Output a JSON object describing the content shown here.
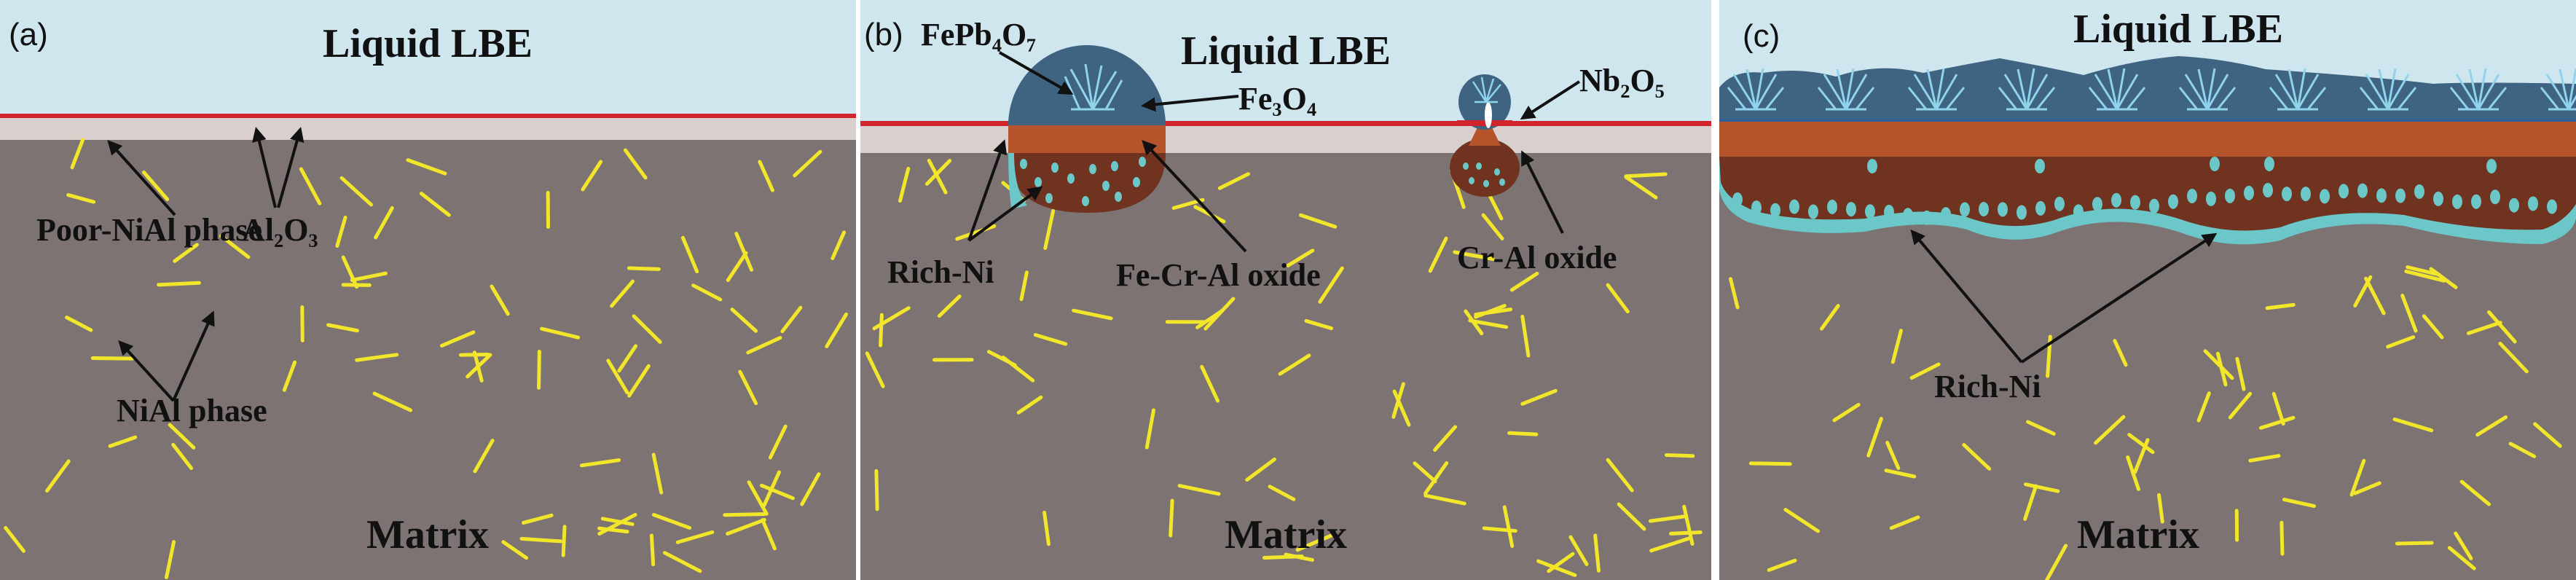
{
  "colors": {
    "lbe": "#cfe6ee",
    "matrix": "#7d7373",
    "poor_layer": "#d9cfcd",
    "red_line": "#d0252c",
    "fe3o4": "#3f6482",
    "orange": "#b5532a",
    "brown": "#6f3320",
    "rich_ni": "#6cc7c8",
    "needle": "#f2e62a",
    "crystal": "#8fd3ec"
  },
  "panels": [
    {
      "tag": "(a)",
      "liquid": "Liquid LBE",
      "matrix": "Matrix",
      "labels": {
        "poor_nial": "Poor-NiAl phase",
        "al2o3": "Al₂O₃",
        "nial": "NiAl phase"
      }
    },
    {
      "tag": "(b)",
      "liquid": "Liquid LBE",
      "matrix": "Matrix",
      "labels": {
        "fepb4o7": "FePb₄O₇",
        "fe3o4": "Fe₃O₄",
        "nb2o5": "Nb₂O₅",
        "rich_ni": "Rich-Ni",
        "fecral": "Fe-Cr-Al oxide",
        "cral": "Cr-Al oxide"
      }
    },
    {
      "tag": "(c)",
      "liquid": "Liquid LBE",
      "matrix": "Matrix",
      "labels": {
        "rich_ni": "Rich-Ni"
      }
    }
  ]
}
